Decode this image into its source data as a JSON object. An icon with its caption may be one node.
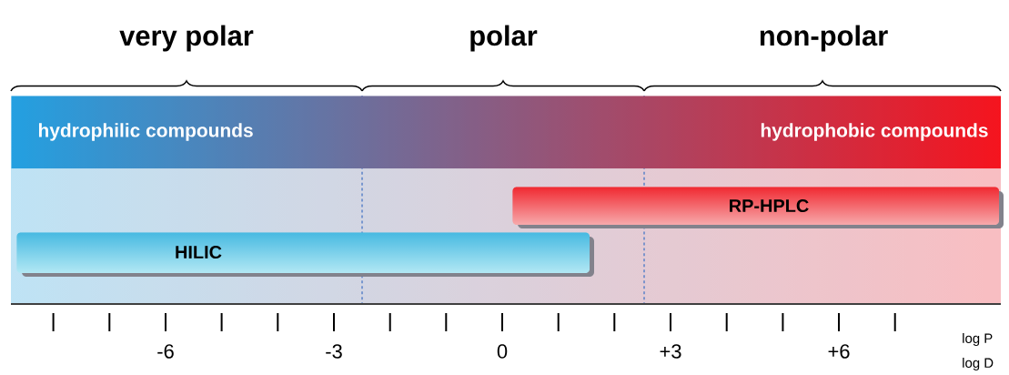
{
  "diagram": {
    "nodes": [
      {
        "text": [
          "hydrophilic compounds",
          "hydrophobic compounds"
        ]
      },
      {
        "text": [
          "RP-HPLC"
        ]
      },
      {
        "text": [
          "HILIC"
        ]
      }
    ],
    "labels": [
      "very polar",
      "polar",
      "non-polar",
      "-6",
      "-3",
      "0",
      "+3",
      "+6",
      "log P",
      "log D"
    ]
  }
}
